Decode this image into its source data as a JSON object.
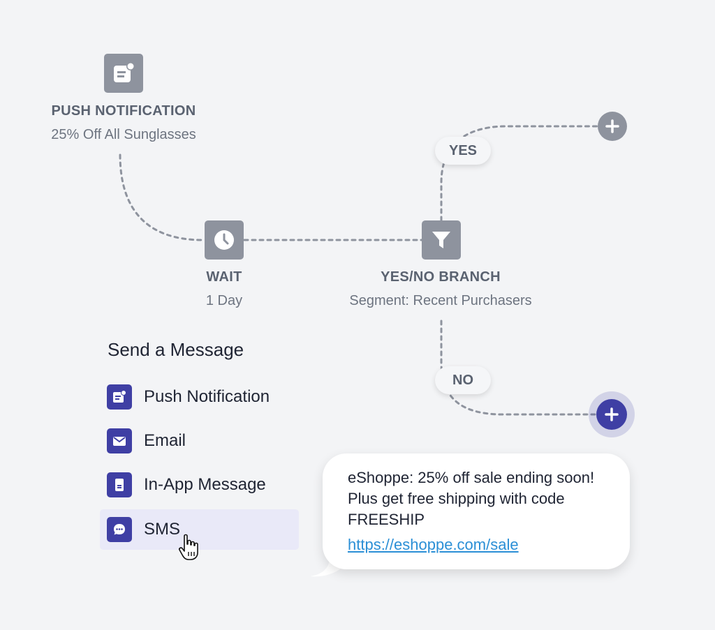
{
  "flow": {
    "push_node": {
      "title": "PUSH NOTIFICATION",
      "subtitle": "25% Off All Sunglasses",
      "icon": "push-notification-icon"
    },
    "wait_node": {
      "title": "WAIT",
      "subtitle": "1 Day",
      "icon": "clock-icon"
    },
    "branch_node": {
      "title": "YES/NO BRANCH",
      "subtitle": "Segment: Recent Purchasers",
      "icon": "filter-icon"
    },
    "yes_label": "YES",
    "no_label": "NO",
    "add_step_icon": "plus-icon"
  },
  "menu": {
    "title": "Send a Message",
    "items": [
      {
        "label": "Push Notification",
        "icon": "push-notification-icon"
      },
      {
        "label": "Email",
        "icon": "envelope-icon"
      },
      {
        "label": "In-App Message",
        "icon": "in-app-message-icon"
      },
      {
        "label": "SMS",
        "icon": "chat-bubble-icon",
        "selected": true
      }
    ]
  },
  "sms_preview": {
    "text": "eShoppe: 25% off sale ending soon! Plus get free shipping with code FREESHIP",
    "link": "https://eshoppe.com/sale"
  },
  "colors": {
    "background": "#f3f4f6",
    "node_gray": "#8e939e",
    "accent": "#3f3fa4",
    "link": "#2b8fd6",
    "selected_bg": "#e9e9f8"
  }
}
